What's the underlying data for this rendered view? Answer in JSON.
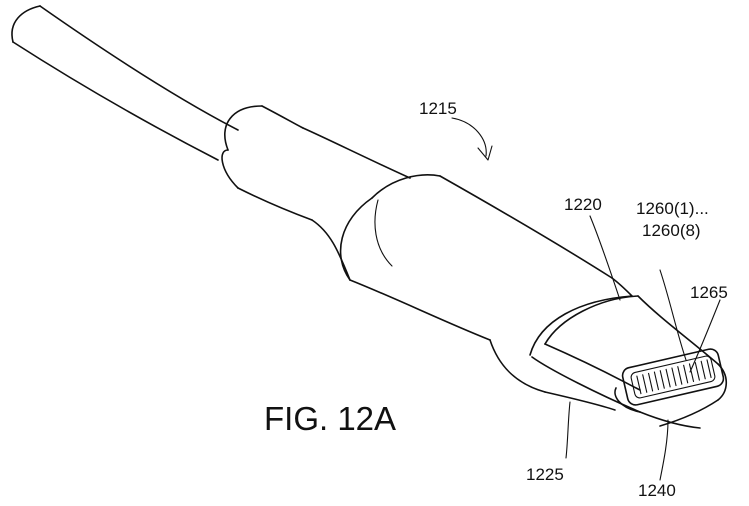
{
  "figure": {
    "caption": "FIG. 12A",
    "labels": {
      "assembly": "1215",
      "tab": "1220",
      "contacts": "1260(1)...",
      "contacts_end": "1260(8)",
      "ground_ring": "1265",
      "housing": "1225",
      "bottom_edge": "1240"
    }
  }
}
